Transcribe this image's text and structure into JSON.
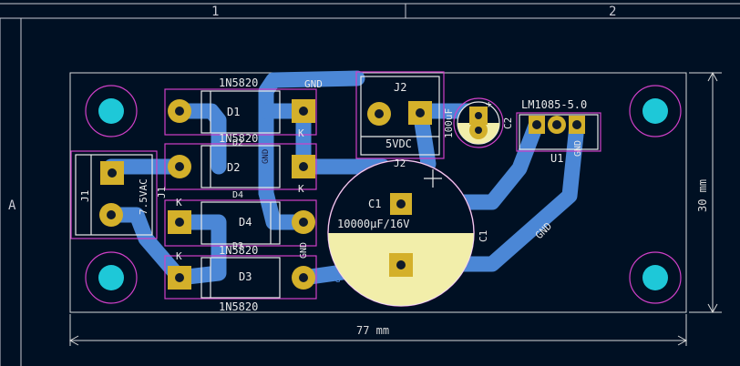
{
  "colors": {
    "background": "#001023",
    "frame": "#c8c8d2",
    "board_outline": "#d8d8d8",
    "copper": "#4b87d6",
    "pad": "#d4b02a",
    "hole": "#0f1a2a",
    "courtyard": "#d040c8",
    "silk": "#e8e8e8",
    "mount_hole": "#1ec8d8",
    "cap_fill": "#f2eeaa",
    "label_dark": "#1a1a3a"
  },
  "frame": {
    "col_1": "1",
    "col_2": "2",
    "row_a": "A"
  },
  "dimensions": {
    "width_label": "77 mm",
    "height_label": "30 mm"
  },
  "nets": {
    "gnd_top": "GND",
    "gnd_d2": "GND",
    "gnd_d4": "GND",
    "gnd_d3": "G",
    "gnd_u1": "GND",
    "gnd_right": "GND"
  },
  "components": {
    "D1": {
      "ref": "D1",
      "value": "1N5820",
      "k": "K"
    },
    "D2": {
      "ref": "D2",
      "value": "1N5820",
      "k": "K",
      "ref2": "D2"
    },
    "D3": {
      "ref": "D3",
      "value": "1N5820",
      "k": "K"
    },
    "D4": {
      "ref": "D4",
      "value": "1N5820",
      "k": "K",
      "ref2": "D4",
      "ref3": "D3"
    },
    "J1": {
      "ref": "J1",
      "value": "7.5VAC",
      "ref2": "J1"
    },
    "J2": {
      "ref": "J2",
      "value": "5VDC",
      "ref2": "J2"
    },
    "C1": {
      "ref": "C1",
      "value": "10000µF/16V",
      "ref2": "C1"
    },
    "C2": {
      "ref": "C2",
      "value": "100uF",
      "plus": "+"
    },
    "U1": {
      "ref": "U1",
      "value": "LM1085-5.0"
    }
  }
}
